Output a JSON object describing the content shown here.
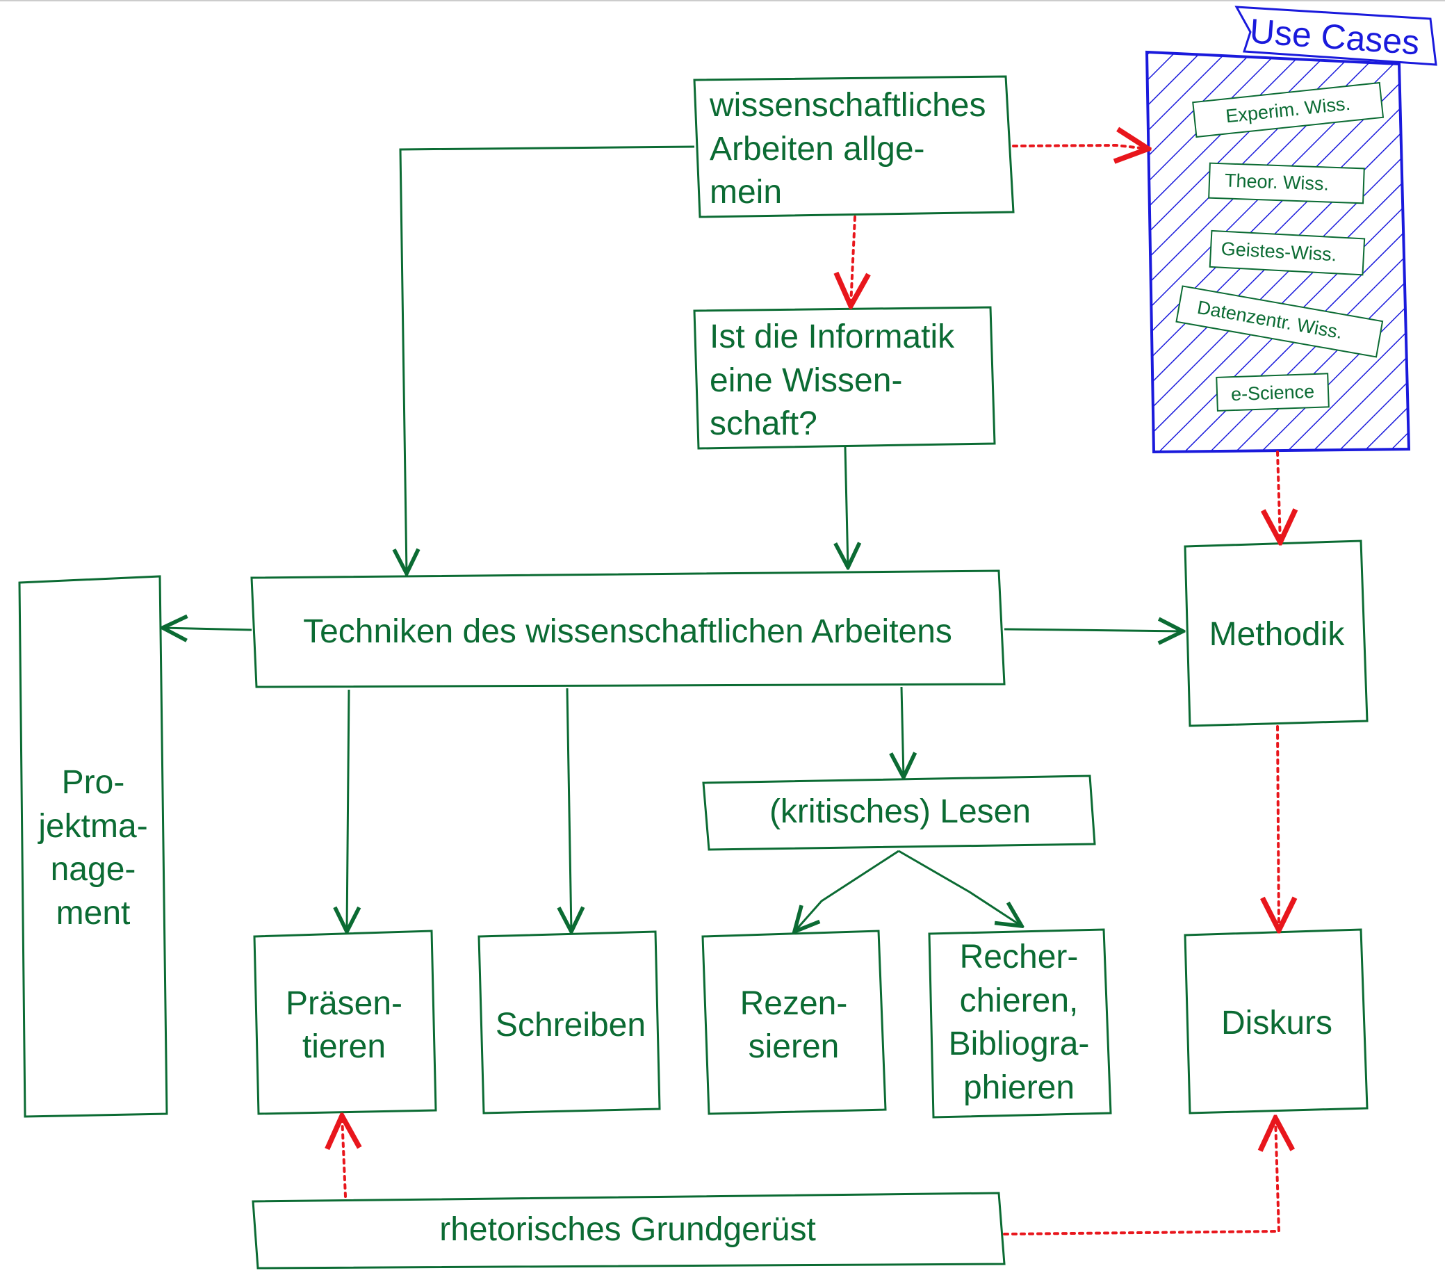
{
  "colors": {
    "ink": "#0b6b33",
    "use_case_blue": "#1a1adc",
    "relation_red": "#e8161c",
    "background": "#ffffff"
  },
  "boxes": {
    "wissenschaftliches_arbeiten": [
      "wissenschaftliches",
      "Arbeiten allge-",
      "mein"
    ],
    "informatik_wissenschaft": [
      "Ist die Informatik",
      "eine Wissen-",
      "schaft?"
    ],
    "techniken": [
      "Techniken des wissenschaftlichen Arbeitens"
    ],
    "projektmanagement": [
      "Pro-",
      "jektma-",
      "nage-",
      "ment"
    ],
    "methodik": [
      "Methodik"
    ],
    "kritisches_lesen": [
      "(kritisches) Lesen"
    ],
    "praesentieren": [
      "Präsen-",
      "tieren"
    ],
    "schreiben": [
      "Schreiben"
    ],
    "rezensieren": [
      "Rezen-",
      "sieren"
    ],
    "recherchieren": [
      "Recher-",
      "chieren,",
      "Bibliogra-",
      "phieren"
    ],
    "diskurs": [
      "Diskurs"
    ],
    "rhetorik": [
      "rhetorisches Grundgerüst"
    ]
  },
  "use_cases": {
    "title": "Use Cases",
    "items": [
      "Experim.  Wiss.",
      "Theor.  Wiss.",
      "Geistes-Wiss.",
      "Datenzentr.  Wiss.",
      "e-Science"
    ]
  }
}
